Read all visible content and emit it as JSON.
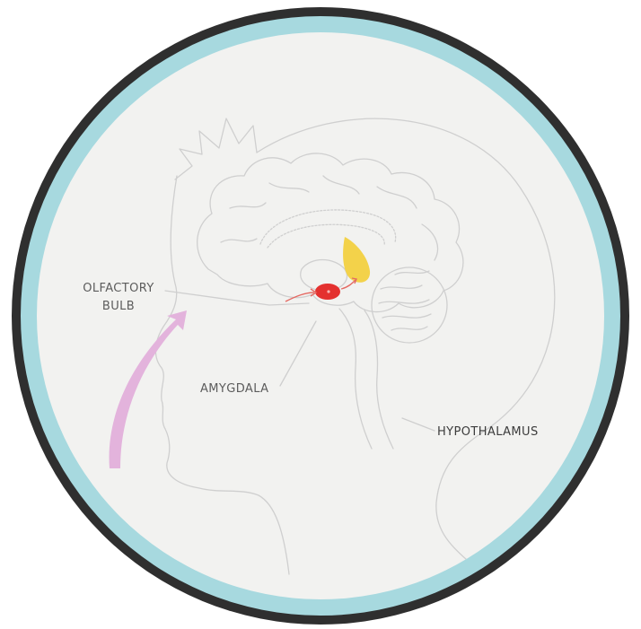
{
  "labels": {
    "olfactory_line1": "OLFACTORY",
    "olfactory_line2": "BULB",
    "amygdala": "AMYGDALA",
    "hypothalamus": "HYPOTHALAMUS"
  },
  "colors": {
    "frame_outer": "#2f2f2f",
    "frame_ring": "#a7d9df",
    "background": "#f2f2f0",
    "outline": "#cfcfcf",
    "scent_arrow": "#e3b3dc",
    "amygdala": "#e4312f",
    "hypothalamus": "#f3d24a",
    "pathway": "#e46a63"
  }
}
